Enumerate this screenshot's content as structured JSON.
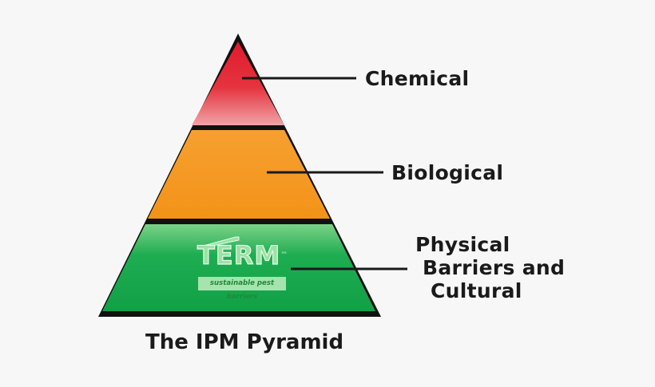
{
  "diagram": {
    "tiers": [
      {
        "id": "top",
        "label": "Chemical",
        "color": "#e2202f"
      },
      {
        "id": "middle",
        "label": "Biological",
        "color": "#f5951f"
      },
      {
        "id": "bottom",
        "label_lines": [
          "Physical",
          "Barriers and",
          "Cultural"
        ],
        "color": "#16a34a"
      }
    ],
    "caption": "The IPM Pyramid",
    "logo": {
      "word": "TERM",
      "tagline": "sustainable pest barriers",
      "trademark": "™"
    }
  }
}
